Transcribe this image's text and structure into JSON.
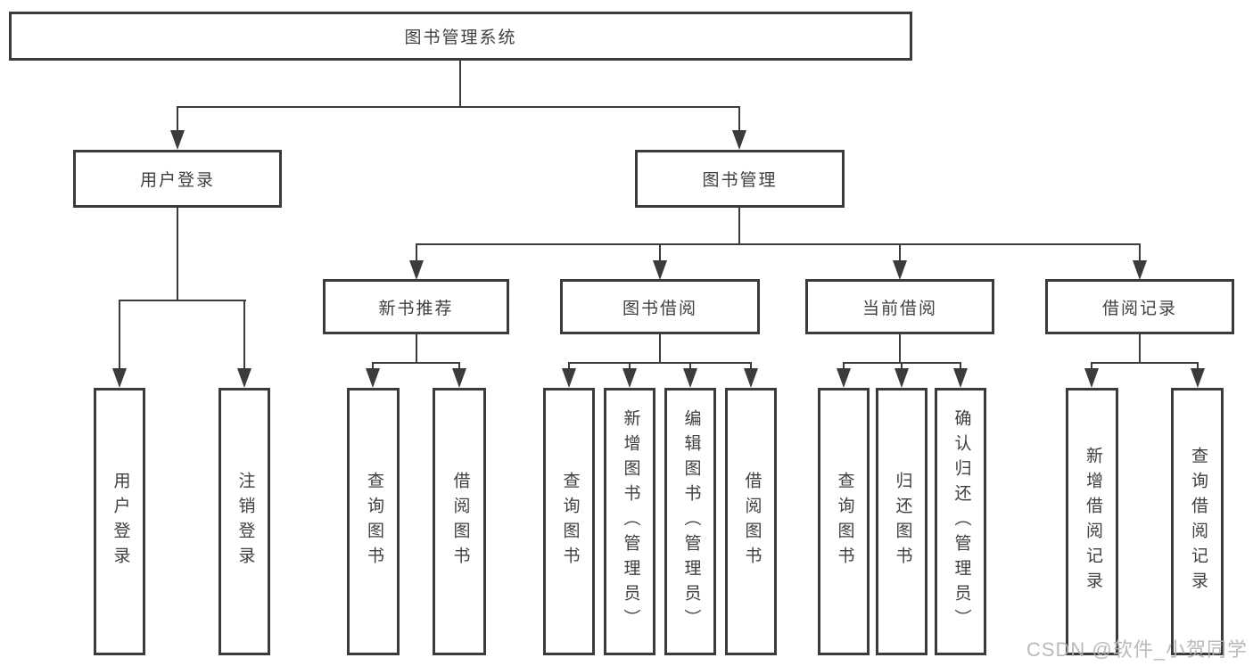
{
  "tree": {
    "root": "图书管理系统",
    "level2": [
      "用户登录",
      "图书管理"
    ],
    "level3": [
      "新书推荐",
      "图书借阅",
      "当前借阅",
      "借阅记录"
    ],
    "leaves_user_login": [
      "用户登录",
      "注销登录"
    ],
    "leaves_new_book": [
      "查询图书",
      "借阅图书"
    ],
    "leaves_book_borrow": [
      "查询图书",
      "新增图书（管理员）",
      "编辑图书（管理员）",
      "借阅图书"
    ],
    "leaves_current_borrow": [
      "查询图书",
      "归还图书",
      "确认归还（管理员）"
    ],
    "leaves_borrow_records": [
      "新增借阅记录",
      "查询借阅记录"
    ]
  },
  "watermark": "CSDN @软件_小贺同学",
  "colors": {
    "line": "#3b3b3b",
    "text": "#3f3f3f",
    "background": "#ffffff",
    "watermark": "#b3b3b3"
  }
}
